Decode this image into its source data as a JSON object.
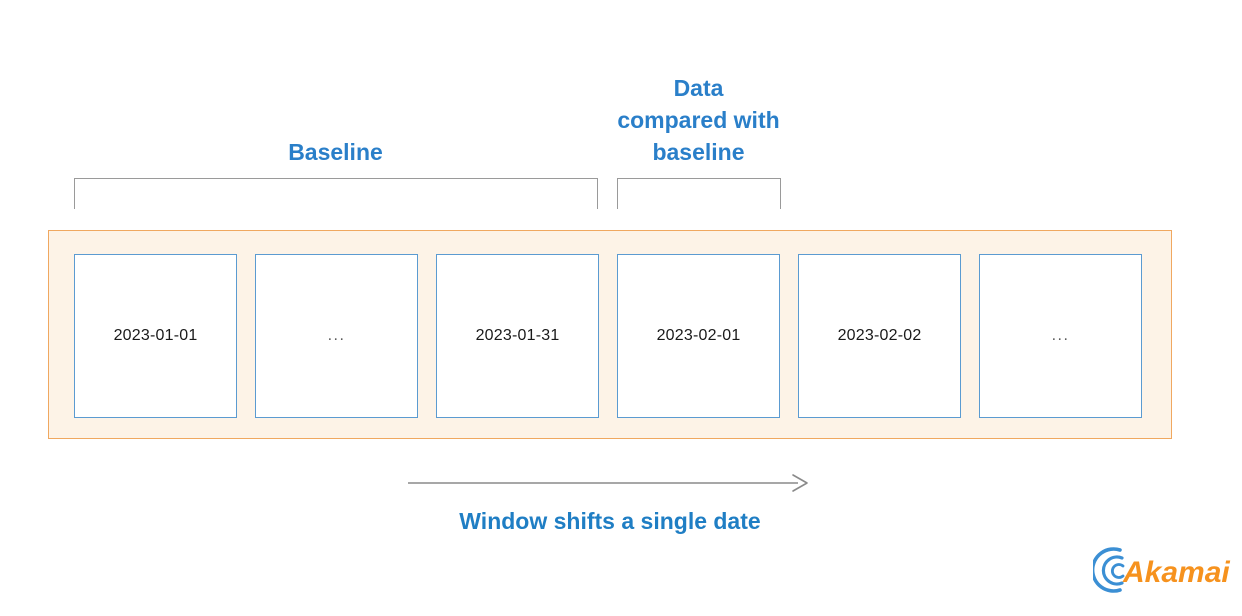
{
  "diagram": {
    "title_baseline": "Baseline",
    "title_compared": "Data\ncompared with\nbaseline",
    "shift_caption": "Window shifts a single date",
    "cards": [
      {
        "label": "2023-01-01",
        "kind": "date"
      },
      {
        "label": "...",
        "kind": "ellipsis"
      },
      {
        "label": "2023-01-31",
        "kind": "date"
      },
      {
        "label": "2023-02-01",
        "kind": "date"
      },
      {
        "label": "2023-02-02",
        "kind": "date"
      },
      {
        "label": "...",
        "kind": "ellipsis"
      }
    ],
    "colors": {
      "heading_blue": "#2a7fc9",
      "caption_blue": "#1f7ec4",
      "card_border_blue": "#5b9bd1",
      "strip_fill": "#fdf3e7",
      "strip_border": "#f0a860",
      "bracket_gray": "#9a9a9a",
      "arrow_gray": "#8a8a8a",
      "logo_orange": "#f6921e",
      "logo_blue": "#3b8fd4"
    }
  },
  "branding": {
    "wordmark": "Akamai"
  }
}
